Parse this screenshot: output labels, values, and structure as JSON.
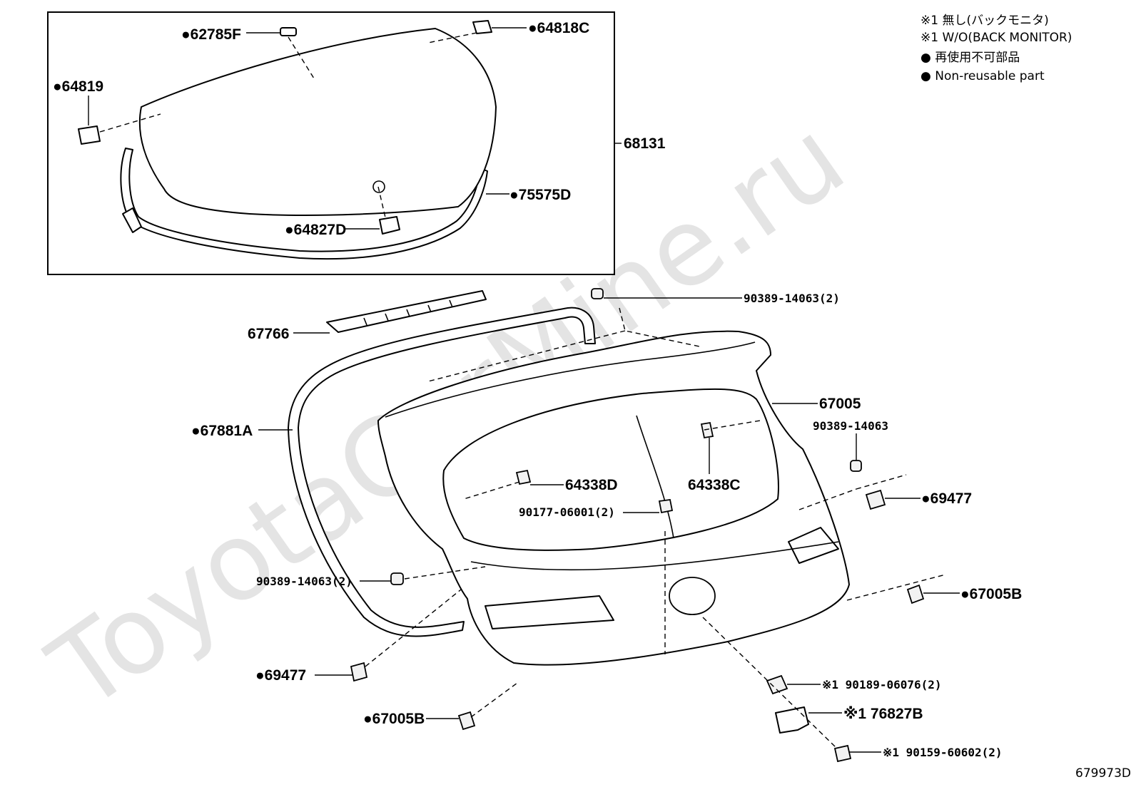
{
  "watermark": "ToyotaCarMine.ru",
  "legend": [
    "※1  無し(バックモニタ)",
    "※1  W/O(BACK MONITOR)",
    "●  再使用不可部品",
    "●  Non-reusable part"
  ],
  "diagram_id": "679973D",
  "parts": {
    "p62785F": "●62785F",
    "p64818C": "●64818C",
    "p64819": "●64819",
    "p68131": "68131",
    "p75575D": "●75575D",
    "p64827D": "●64827D",
    "p90389_top": "90389-14063(2)",
    "p67766": "67766",
    "p67005": "67005",
    "p67881A": "●67881A",
    "p90389_right": "90389-14063",
    "p64338D": "64338D",
    "p64338C": "64338C",
    "p69477_right": "●69477",
    "p90177": "90177-06001(2)",
    "p90389_left": "90389-14063(2)",
    "p67005B_right": "●67005B",
    "p69477_left": "●69477",
    "p90189": "※1 90189-06076(2)",
    "p67005B_left": "●67005B",
    "p76827B": "※1 76827B",
    "p90159": "※1 90159-60602(2)"
  }
}
